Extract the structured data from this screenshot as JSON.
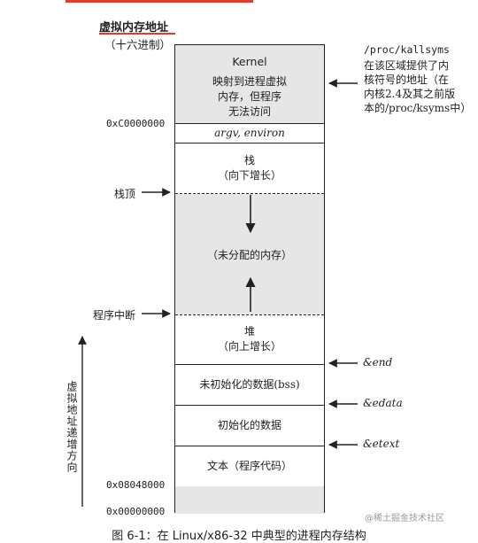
{
  "header": {
    "title": "虚拟内存地址",
    "subtitle": "（十六进制）"
  },
  "segments": {
    "kernel_title": "Kernel",
    "kernel_line1": "映射到进程虚拟",
    "kernel_line2": "内存，但程序",
    "kernel_line3": "无法访问",
    "argv": "argv, environ",
    "stack_line1": "栈",
    "stack_line2": "（向下增长）",
    "unallocated": "（未分配的内存）",
    "heap_line1": "堆",
    "heap_line2": "（向上增长）",
    "bss": "未初始化的数据(bss)",
    "data": "初始化的数据",
    "text": "文本（程序代码）"
  },
  "addresses": {
    "top": "0xC0000000",
    "text_start": "0x08048000",
    "bottom": "0x00000000"
  },
  "left_labels": {
    "stack_top": "栈顶",
    "program_break": "程序中断",
    "direction": "虚拟地址递增方向"
  },
  "right_note": {
    "path": "/proc/kallsyms",
    "line1": "在该区域提供了内",
    "line2": "核符号的地址（在",
    "line3": "内核2.4及其之前版",
    "line4": "本的/proc/ksyms中）"
  },
  "symbols": {
    "end": "&end",
    "edata": "&edata",
    "etext": "&etext"
  },
  "caption": "图 6-1：在 Linux/x86-32 中典型的进程内存结构",
  "watermark": "@稀土掘金技术社区",
  "colors": {
    "accent": "#e23b2b",
    "shade": "#e6e6e6"
  }
}
